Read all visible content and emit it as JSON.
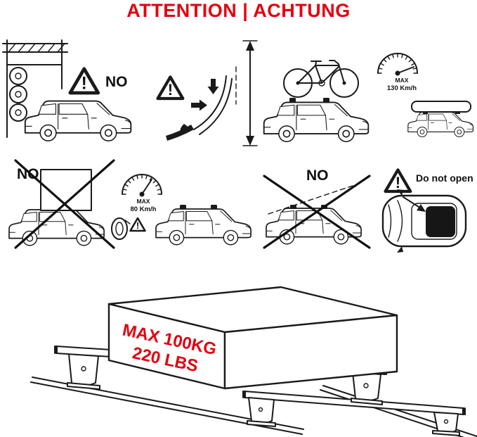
{
  "title": "ATTENTION | ACHTUNG",
  "colors": {
    "accent": "#e3000f",
    "ink": "#1a1a1a"
  },
  "icons": {
    "warning_glyph": "!"
  },
  "panels": {
    "garage_clearance": {
      "label": "NO"
    },
    "mount_detail": {},
    "bike_height": {},
    "roof_box_speed": {
      "speed_max_label": "MAX",
      "speed_max_value": "130 Km/h"
    },
    "oversize_box": {
      "label": "NO"
    },
    "install_speed": {
      "speed_max_label": "MAX",
      "speed_max_value": "80 Km/h"
    },
    "diagonal_load": {
      "label": "NO"
    },
    "tailgate": {
      "label": "Do not open"
    }
  },
  "load_limit": {
    "line1": "MAX 100KG",
    "line2": "220 LBS"
  }
}
